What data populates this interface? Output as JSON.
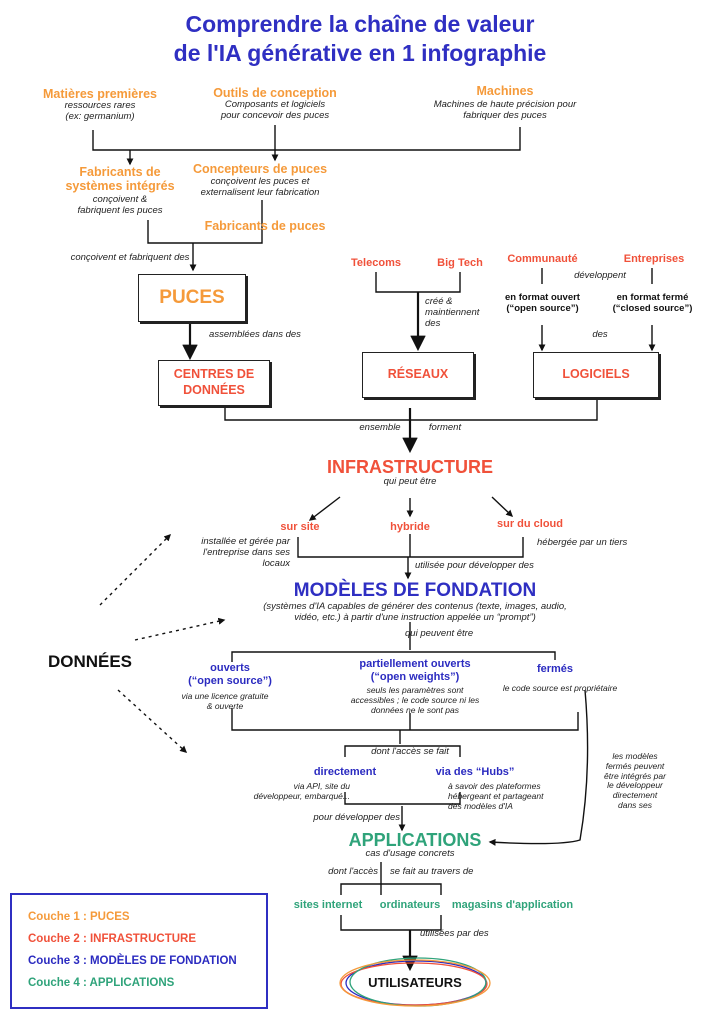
{
  "title": {
    "line1": "Comprendre la chaîne de valeur",
    "line2": "de l'IA générative en 1 infographie"
  },
  "raw": {
    "matieres": {
      "label": "Matières premières",
      "desc": "ressources rares\n(ex: germanium)"
    },
    "outils": {
      "label": "Outils de conception",
      "desc": "Composants et logiciels\npour concevoir des puces"
    },
    "machines": {
      "label": "Machines",
      "desc": "Machines de haute précision pour\nfabriquer  des puces"
    }
  },
  "makers": {
    "fabricants_systemes": {
      "label": "Fabricants de\nsystèmes intégrés",
      "desc": "conçoivent &\nfabriquent les puces"
    },
    "concepteurs": {
      "label": "Concepteurs de puces",
      "desc": "conçoivent  les  puces  et\nexternalisent leur fabrication"
    },
    "fabricants_puces": {
      "label": "Fabricants de puces"
    }
  },
  "rel": {
    "concoivent": "conçoivent et fabriquent des",
    "assemblees": "assemblées dans des",
    "crees": "créé &\nmaintiennent\ndes",
    "developpent": "développent",
    "des": "des",
    "ensemble": "ensemble",
    "forment": "forment",
    "qui_peut_etre": "qui peut être",
    "utilisee_pour": "utilisée pour développer des",
    "qui_peuvent": "qui peuvent être",
    "dont_acces": "dont l'accès se fait",
    "pour_developper": "pour développer des",
    "dont_lacces": "dont l'accès",
    "se_fait_travers": "se fait au travers de",
    "utilisees_par": "utilisées par des"
  },
  "puces": "PUCES",
  "centres": "CENTRES DE\nDONNÉES",
  "reseaux": "RÉSEAUX",
  "logiciels": "LOGICIELS",
  "telecoms": "Telecoms",
  "bigtech": "Big Tech",
  "communaute": "Communauté",
  "entreprises": "Entreprises",
  "format_ouvert": "en format ouvert\n(“open source”)",
  "format_ferme": "en format fermé\n(“closed source”)",
  "infrastructure": {
    "label": "INFRASTRUCTURE"
  },
  "infra_types": {
    "sur_site": {
      "label": "sur site",
      "desc": "installée et gérée par\nl'entreprise dans ses\nlocaux"
    },
    "hybride": {
      "label": "hybride"
    },
    "cloud": {
      "label": "sur du cloud",
      "desc": "hébergée par un tiers"
    }
  },
  "modeles": {
    "label": "MODÈLES DE FONDATION",
    "desc": "(systèmes d'IA capables de générer des contenus (texte, images, audio,\nvidéo, etc.) à partir d'une instruction appelée un “prompt”)"
  },
  "model_types": {
    "ouverts": {
      "label": "ouverts\n(“open source”)",
      "desc": "via une licence gratuite\n& ouverte"
    },
    "partiel": {
      "label": "partiellement ouverts\n(“open weights”)",
      "desc": "seuls les paramètres sont\naccessibles ; le code source ni les\ndonnées ne le sont pas"
    },
    "fermes": {
      "label": "fermés",
      "desc": "le code source est propriétaire"
    }
  },
  "acces": {
    "directement": {
      "label": "directement",
      "desc": "via API, site du\ndéveloppeur, embarqué..."
    },
    "hubs": {
      "label": "via des “Hubs”",
      "desc": "à savoir des plateformes\nhébergeant et partageant\ndes modèles d'IA"
    }
  },
  "fermes_note": "les modèles\nfermés peuvent\nêtre intégrés par\nle développeur\ndirectement\ndans ses",
  "applications": {
    "label": "APPLICATIONS",
    "desc": "cas d'usage concrets"
  },
  "channels": {
    "sites": "sites internet",
    "ordinateurs": "ordinateurs",
    "magasins": "magasins d'application"
  },
  "donnees": "DONNÉES",
  "utilisateurs": "UTILISATEURS",
  "legend": {
    "c1": "Couche 1 : PUCES",
    "c2": "Couche 2 : INFRASTRUCTURE",
    "c3": "Couche 3 : MODÈLES DE FONDATION",
    "c4": "Couche 4 : APPLICATIONS"
  },
  "colors": {
    "orange": "#f59a3a",
    "red": "#f0513a",
    "blue": "#2b2bc0",
    "green": "#2fa37a"
  }
}
